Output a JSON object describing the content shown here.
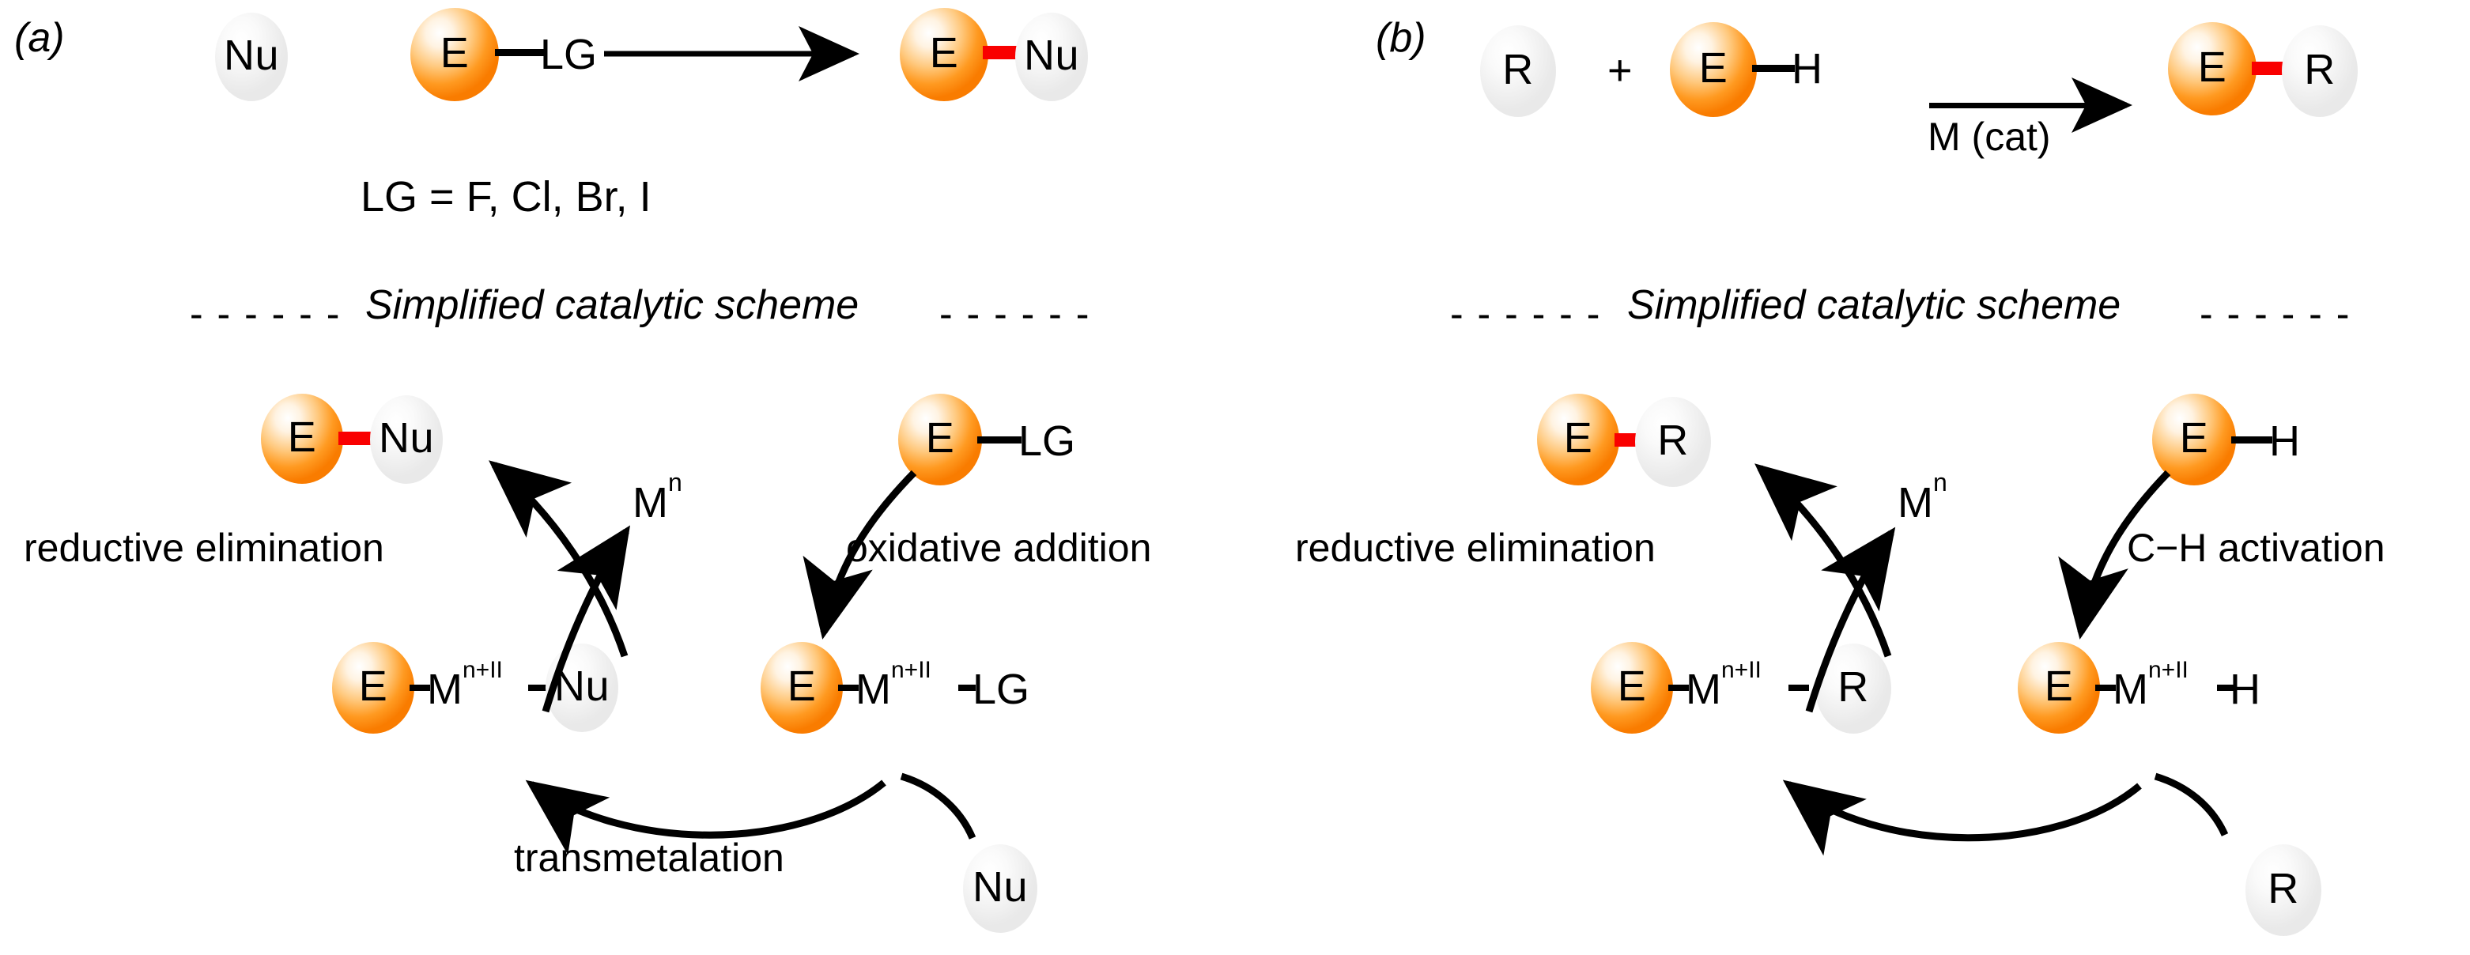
{
  "figure": {
    "type": "reaction-scheme",
    "background": "#ffffff",
    "colors": {
      "electrophile_node": "#ff8c00",
      "partner_node": "#efefef",
      "new_bond": "#f90000",
      "text": "#000000"
    }
  },
  "panel_a": {
    "label": "(a)",
    "top_reaction": {
      "reactant_1": "Nu",
      "reactant_2_core": "E",
      "reactant_2_partner": "LG",
      "arrow": "→",
      "product_core": "E",
      "product_partner": "Nu",
      "legend": "LG = F,  Cl,  Br,  I"
    },
    "section_title": "Simplified catalytic scheme",
    "section_dashes_left": "- - - - - -",
    "section_dashes_right": "- - - - - -",
    "cycle": {
      "center_species": "M",
      "center_superscript": "n",
      "product_core": "E",
      "product_partner": "Nu",
      "substrate_core": "E",
      "substrate_partner": "LG",
      "intermediate_left_core": "E",
      "intermediate_left_metal": "M",
      "intermediate_left_superscript": "n+II",
      "intermediate_left_partner": "Nu",
      "intermediate_right_core": "E",
      "intermediate_right_metal": "M",
      "intermediate_right_superscript": "n+II",
      "intermediate_right_partner": "LG",
      "step_reductive": "reductive elimination",
      "step_oxidative": "oxidative addition",
      "step_transmetalation": "transmetalation",
      "incoming_reagent": "Nu"
    }
  },
  "panel_b": {
    "label": "(b)",
    "top_reaction": {
      "reactant_1": "R",
      "plus": "+",
      "reactant_2_core": "E",
      "reactant_2_partner": "H",
      "arrow_condition": "M (cat)",
      "product_core": "E",
      "product_partner": "R"
    },
    "section_title": "Simplified catalytic scheme",
    "section_dashes_left": "- - - - - -",
    "section_dashes_right": "- - - - - -",
    "cycle": {
      "center_species": "M",
      "center_superscript": "n",
      "product_core": "E",
      "product_partner": "R",
      "substrate_core": "E",
      "substrate_partner": "H",
      "intermediate_left_core": "E",
      "intermediate_left_metal": "M",
      "intermediate_left_superscript": "n+II",
      "intermediate_left_partner": "R",
      "intermediate_right_core": "E",
      "intermediate_right_metal": "M",
      "intermediate_right_superscript": "n+II",
      "intermediate_right_partner": "H",
      "step_reductive": "reductive elimination",
      "step_ch_activation": "C−H activation",
      "incoming_reagent": "R"
    }
  }
}
